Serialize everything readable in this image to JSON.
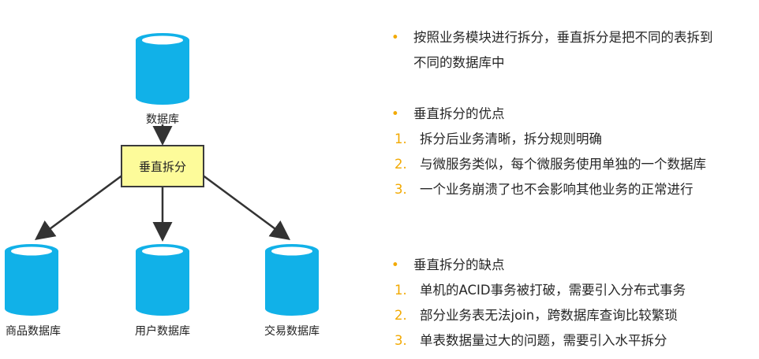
{
  "diagram": {
    "top_db": "数据库",
    "split": "垂直拆分",
    "bottom_dbs": [
      "商品数据库",
      "用户数据库",
      "交易数据库"
    ],
    "colors": {
      "db_fill": "#11b1e8",
      "db_top": "#ffffff",
      "split_fill": "#fdfb9a",
      "split_border": "#3b3b3b",
      "arrow": "#333333"
    }
  },
  "notes": {
    "bullet_color": "#f2a900",
    "intro": {
      "marker": "•",
      "line1": "按照业务模块进行拆分，垂直拆分是把不同的表拆到",
      "line2": "不同的数据库中"
    },
    "pros": {
      "marker": "•",
      "title": "垂直拆分的优点",
      "items": [
        {
          "num": "1.",
          "text": "拆分后业务清晰，拆分规则明确"
        },
        {
          "num": "2.",
          "text": "与微服务类似，每个微服务使用单独的一个数据库"
        },
        {
          "num": "3.",
          "text": "一个业务崩溃了也不会影响其他业务的正常进行"
        }
      ]
    },
    "cons": {
      "marker": "•",
      "title": "垂直拆分的缺点",
      "items": [
        {
          "num": "1.",
          "text": "单机的ACID事务被打破，需要引入分布式事务"
        },
        {
          "num": "2.",
          "text": "部分业务表无法join，跨数据库查询比较繁琐"
        },
        {
          "num": "3.",
          "text": "单表数据量过大的问题，需要引入水平拆分"
        }
      ]
    }
  }
}
